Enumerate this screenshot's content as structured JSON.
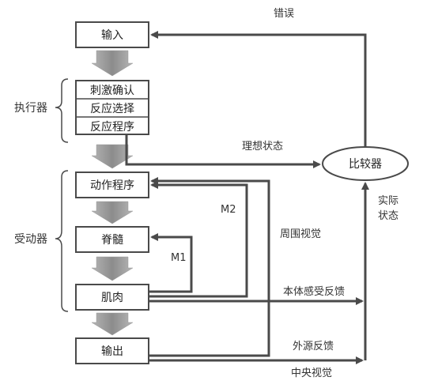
{
  "labels": {
    "error": "错误",
    "ideal_state": "理想状态",
    "actual_state_1": "实际",
    "actual_state_2": "状态",
    "comparator": "比较器",
    "executor": "执行器",
    "effector": "受动器",
    "m1": "M1",
    "m2": "M2",
    "peripheral_vision": "周围视觉",
    "proprioception": "本体感受反馈",
    "external_feedback": "外源反馈",
    "central_vision": "中央视觉"
  },
  "boxes": {
    "input": "输入",
    "stimulus_identification": "刺激确认",
    "response_selection": "反应选择",
    "response_programming": "反应程序",
    "motor_program": "动作程序",
    "spinal_cord": "脊髓",
    "muscle": "肌肉",
    "output": "输出"
  },
  "colors": {
    "line": "#4a4a4a",
    "box_border": "#4a4a4a",
    "down_arrow": "#9a9a9a"
  }
}
